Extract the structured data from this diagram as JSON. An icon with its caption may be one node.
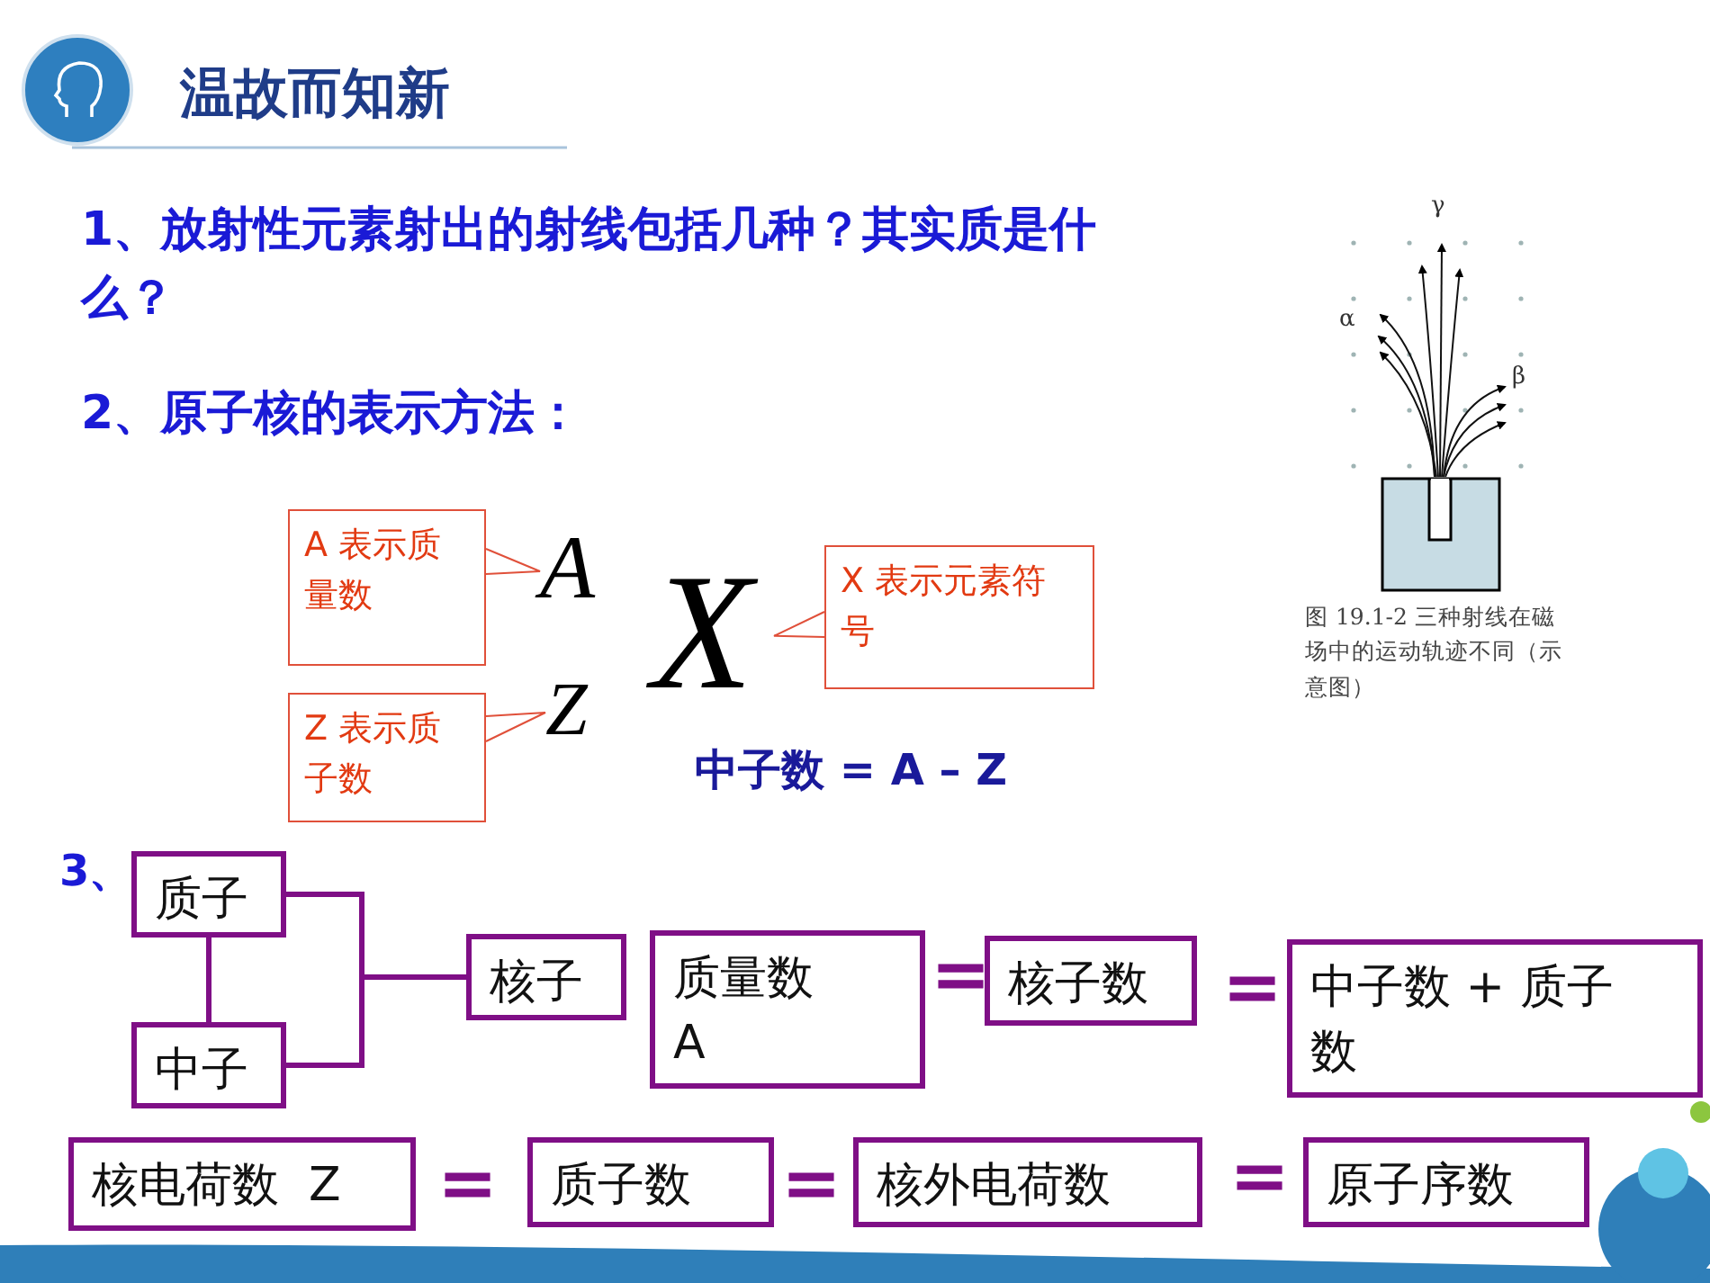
{
  "diagram": {
    "title": "温故而知新",
    "nodes": [
      {
        "text": [
          "A 表示质量数"
        ]
      },
      {
        "text": [
          "A"
        ]
      },
      {
        "text": [
          "Z 表示质子数"
        ]
      },
      {
        "text": [
          "Z"
        ]
      },
      {
        "text": [
          "X 表示元素符号"
        ]
      },
      {
        "text": [
          "X"
        ]
      },
      {
        "text": [
          "质子"
        ]
      },
      {
        "text": [
          "中子"
        ]
      },
      {
        "text": [
          "核子"
        ]
      },
      {
        "text": [
          "质量数 A"
        ]
      },
      {
        "text": [
          "核子数"
        ]
      },
      {
        "text": [
          "中子数 + 质子数"
        ]
      },
      {
        "text": [
          "核电荷数  Z"
        ]
      },
      {
        "text": [
          "质子数"
        ]
      },
      {
        "text": [
          "核外电荷数"
        ]
      },
      {
        "text": [
          "原子序数"
        ]
      }
    ],
    "edges": [
      {
        "from": 0,
        "to": 1,
        "arrow": "none"
      },
      {
        "from": 2,
        "to": 3,
        "arrow": "none"
      },
      {
        "from": 4,
        "to": 5,
        "arrow": "none"
      },
      {
        "from": 6,
        "to": 7,
        "arrow": "none",
        "style": "thick",
        "color": "#7f0f86"
      },
      {
        "from": 6,
        "to": 8,
        "arrow": "none",
        "style": "thick",
        "color": "#7f0f86"
      },
      {
        "from": 7,
        "to": 8,
        "arrow": "none",
        "style": "thick",
        "color": "#7f0f86"
      }
    ],
    "labels": [
      "1、放射性元素射出的射线包括几种？其实质是什么？",
      "γ",
      "α",
      "β",
      "2、原子核的表示方法：",
      "图 19.1-2 三种射线在磁场中的运动轨迹不同（示意图）",
      "中子数 = A – Z",
      "3、",
      "=",
      "=",
      "=",
      "=",
      "="
    ]
  }
}
